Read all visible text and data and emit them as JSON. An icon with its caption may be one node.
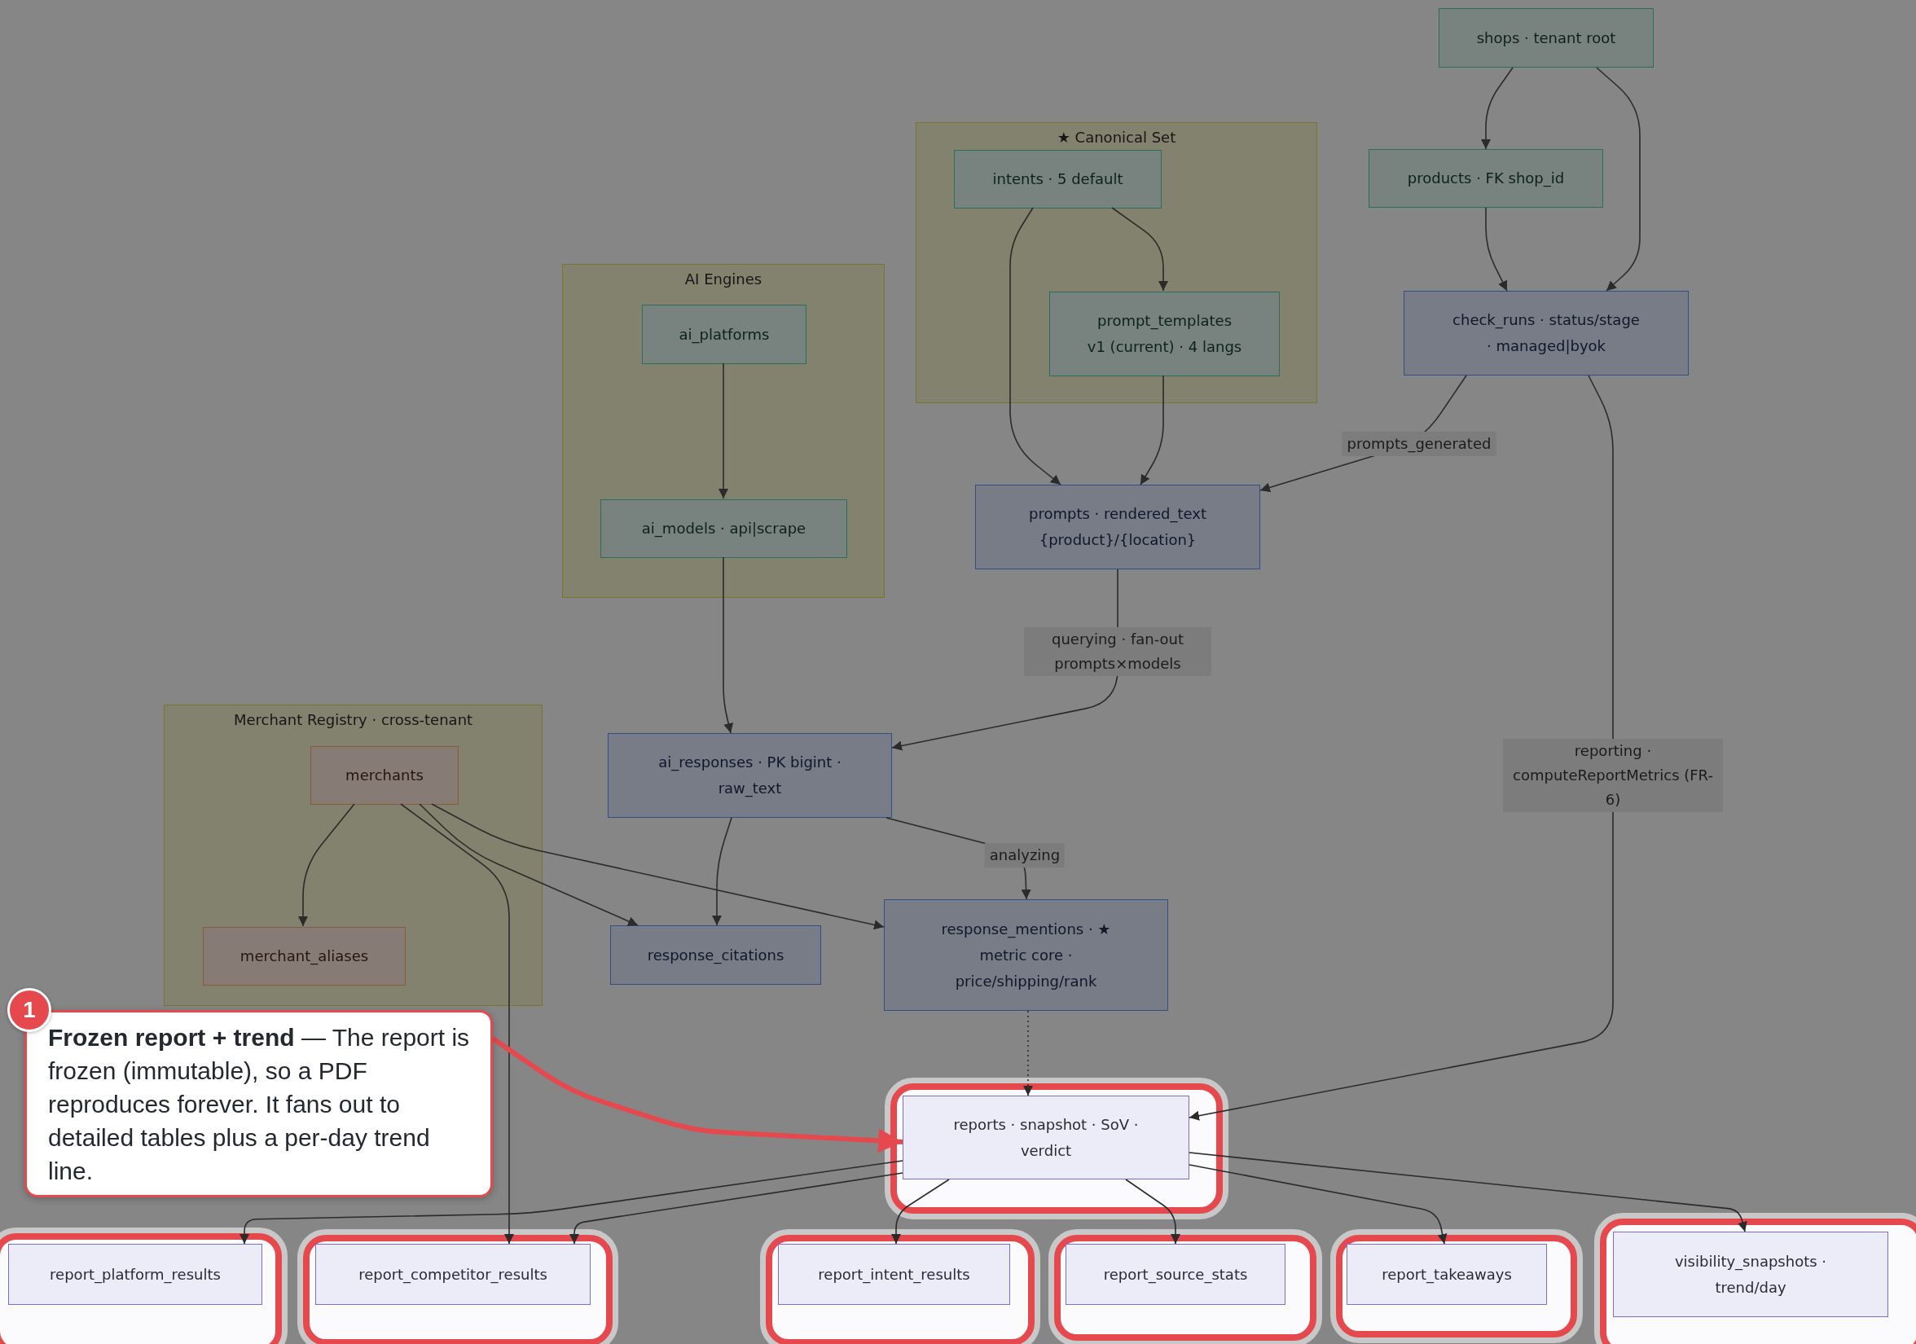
{
  "diagram": {
    "nodes": [
      {
        "text": [
          "shops · tenant root"
        ]
      },
      {
        "text": [
          "products · FK shop_id"
        ]
      },
      {
        "text": [
          "check_runs · status/stage · managed|byok"
        ]
      },
      {
        "text": [
          "★ Canonical Set"
        ]
      },
      {
        "text": [
          "intents · 5 default"
        ],
        "in": 3
      },
      {
        "text": [
          "prompt_templates",
          "v1 (current) · 4 langs"
        ],
        "in": 3
      },
      {
        "text": [
          "AI Engines"
        ]
      },
      {
        "text": [
          "ai_platforms"
        ],
        "in": 6
      },
      {
        "text": [
          "ai_models · api|scrape"
        ],
        "in": 6
      },
      {
        "text": [
          "prompts · rendered_text",
          "{product}/{location}"
        ]
      },
      {
        "text": [
          "ai_responses · PK bigint · raw_text"
        ]
      },
      {
        "text": [
          "Merchant Registry · cross-tenant"
        ]
      },
      {
        "text": [
          "merchants"
        ],
        "in": 11
      },
      {
        "text": [
          "merchant_aliases"
        ],
        "in": 11
      },
      {
        "text": [
          "response_citations"
        ]
      },
      {
        "text": [
          "response_mentions · ★ metric core · price/shipping/rank"
        ]
      },
      {
        "text": [
          "reports · snapshot · SoV · verdict"
        ]
      },
      {
        "text": [
          "report_platform_results"
        ]
      },
      {
        "text": [
          "report_competitor_results"
        ]
      },
      {
        "text": [
          "report_intent_results"
        ]
      },
      {
        "text": [
          "report_source_stats"
        ]
      },
      {
        "text": [
          "report_takeaways"
        ]
      },
      {
        "text": [
          "visibility_snapshots · trend/day"
        ]
      },
      {
        "text": [
          "1"
        ]
      },
      {
        "text": [
          "**Frozen report + trend** — The report is frozen (immutable), so a PDF reproduces forever. It fans out to detailed tables plus a per-day trend line."
        ]
      }
    ],
    "edges": [
      {
        "from": 0,
        "to": 1,
        "arrow": "to"
      },
      {
        "from": 0,
        "to": 2,
        "arrow": "to"
      },
      {
        "from": 1,
        "to": 2,
        "arrow": "to"
      },
      {
        "from": 4,
        "to": 5,
        "arrow": "to"
      },
      {
        "from": 4,
        "to": 9,
        "arrow": "to"
      },
      {
        "from": 5,
        "to": 9,
        "arrow": "to"
      },
      {
        "from": 2,
        "to": 9,
        "arrow": "to",
        "label": "prompts_generated"
      },
      {
        "from": 7,
        "to": 8,
        "arrow": "to"
      },
      {
        "from": 8,
        "to": 10,
        "arrow": "to"
      },
      {
        "from": 9,
        "to": 10,
        "arrow": "to",
        "label": "querying · fan-out prompts×models"
      },
      {
        "from": 12,
        "to": 13,
        "arrow": "to"
      },
      {
        "from": 12,
        "to": 14,
        "arrow": "to"
      },
      {
        "from": 12,
        "to": 15,
        "arrow": "to"
      },
      {
        "from": 12,
        "to": 18,
        "arrow": "to"
      },
      {
        "from": 10,
        "to": 14,
        "arrow": "to"
      },
      {
        "from": 10,
        "to": 15,
        "arrow": "to",
        "label": "analyzing"
      },
      {
        "from": 15,
        "to": 16,
        "arrow": "to",
        "style": "dashed"
      },
      {
        "from": 2,
        "to": 16,
        "arrow": "to",
        "label": "reporting · computeReportMetrics (FR-6)"
      },
      {
        "from": 16,
        "to": 17,
        "arrow": "to"
      },
      {
        "from": 16,
        "to": 18,
        "arrow": "to"
      },
      {
        "from": 16,
        "to": 19,
        "arrow": "to"
      },
      {
        "from": 16,
        "to": 20,
        "arrow": "to"
      },
      {
        "from": 16,
        "to": 21,
        "arrow": "to"
      },
      {
        "from": 16,
        "to": 22,
        "arrow": "to"
      },
      {
        "from": 24,
        "to": 16,
        "arrow": "to",
        "style": "thick",
        "color": "#e5484d"
      }
    ]
  }
}
